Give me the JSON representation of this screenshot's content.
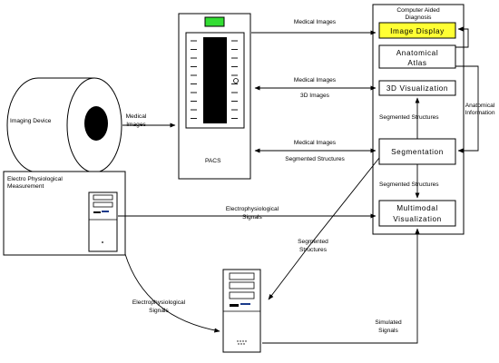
{
  "imaging_device": {
    "label": "Imaging Device"
  },
  "pacs": {
    "label": "PACS",
    "indicator_color": "#33dd33"
  },
  "cad": {
    "title_line1": "Computer Aided",
    "title_line2": "Diagnosis",
    "image_display": "Image Display",
    "image_display_color": "#ffff33",
    "anatomical_atlas_line1": "Anatomical",
    "anatomical_atlas_line2": "Atlas",
    "visualization_3d": "3D Visualization",
    "segmentation": "Segmentation",
    "multimodal_line1": "Multimodal",
    "multimodal_line2": "Visualization"
  },
  "ep_measurement": {
    "title_line1": "Electro Physiological",
    "title_line2": "Measurement"
  },
  "edges": {
    "device_to_pacs_line1": "Medical",
    "device_to_pacs_line2": "Images",
    "pacs_to_display": "Medical Images",
    "pacs_3d_medical": "Medical Images",
    "pacs_3d_images": "3D Images",
    "pacs_seg_medical": "Medical Images",
    "pacs_seg_structures": "Segmented Structures",
    "seg_to_3d": "Segmented Structures",
    "seg_to_multimodal": "Segmented Structures",
    "anatomical_line1": "Anatomical",
    "anatomical_line2": "Information",
    "ep_signals_line1": "Electrophysiological",
    "ep_signals_line2": "Signals",
    "ep_down_line1": "Electrophysiological",
    "ep_down_line2": "Signals",
    "seg_down_line1": "Segmented",
    "seg_down_line2": "Structures",
    "simulated_line1": "Simulated",
    "simulated_line2": "Signals"
  }
}
